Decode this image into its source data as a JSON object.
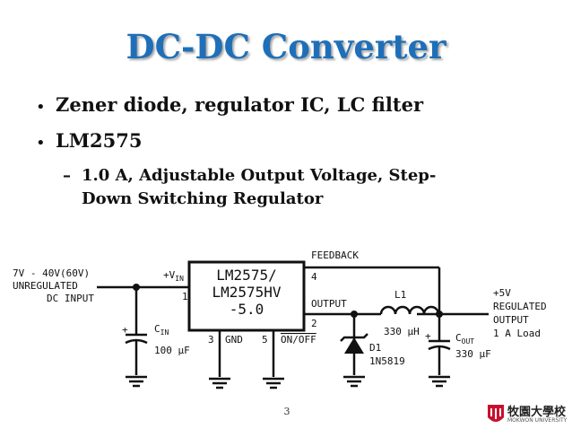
{
  "title": "DC-DC Converter",
  "bullets": [
    "Zener diode, regulator IC, LC filter",
    "LM2575"
  ],
  "sub_bullet": {
    "dash": "–",
    "line1": "1.0 A, Adjustable Output Voltage, Step-",
    "line2": "Down Switching Regulator"
  },
  "circuit": {
    "input_voltage": "7V - 40V(60V)",
    "input_line2": "UNREGULATED",
    "input_line3": "DC INPUT",
    "vin_label": "+V",
    "vin_sub": "IN",
    "ic_line1": "LM2575/",
    "ic_line2": "LM2575HV",
    "ic_line3": "-5.0",
    "feedback": "FEEDBACK",
    "output": "OUTPUT",
    "gnd": "GND",
    "on_off": "ON/OFF",
    "pin1": "1",
    "pin2": "2",
    "pin3": "3",
    "pin4": "4",
    "pin5": "5",
    "plus": "+",
    "cin_label": "C",
    "cin_sub": "IN",
    "cin_value": "100 µF",
    "l1_label": "L1",
    "l1_value": "330 µH",
    "d1_label": "D1",
    "d1_value": "1N5819",
    "cout_label": "C",
    "cout_sub": "OUT",
    "cout_value": "330 µF",
    "out_v": "+5V",
    "out_line2": "REGULATED",
    "out_line3": "OUTPUT",
    "out_line4": "1 A Load"
  },
  "page_number": "3",
  "logo": {
    "name": "牧園大學校",
    "sub": "MOKWON UNIVERSITY"
  }
}
